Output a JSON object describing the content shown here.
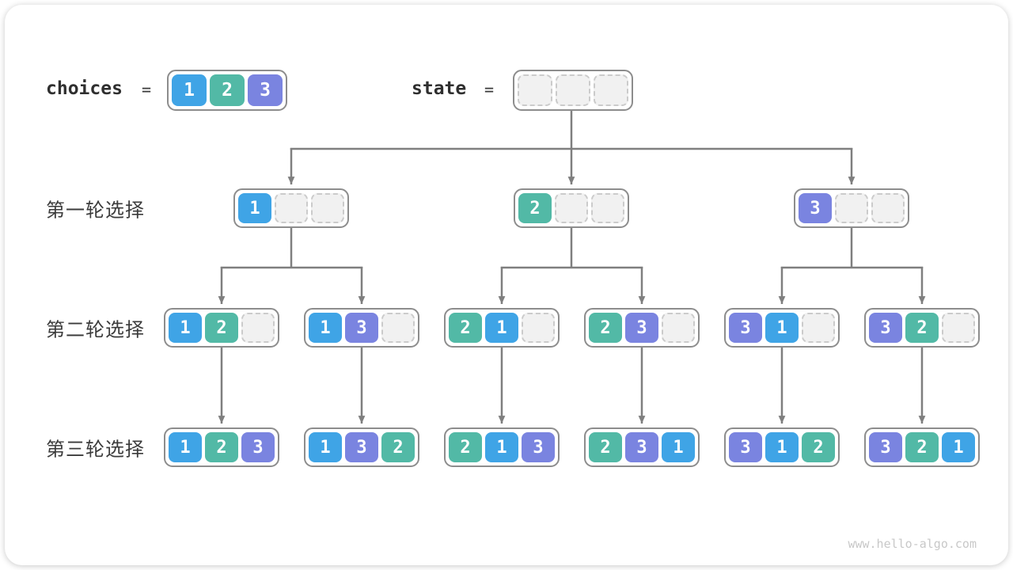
{
  "header": {
    "choices_label": "choices",
    "equals": "=",
    "choices_values": [
      "1",
      "2",
      "3"
    ],
    "state_label": "state",
    "state_values": [
      "",
      "",
      ""
    ]
  },
  "palette": {
    "1": "#3FA4E6",
    "2": "#52B9A6",
    "3": "#7A84E0",
    "empty_fill": "#F1F1F1",
    "empty_border": "#CBCBCB",
    "node_border": "#8D8D8D",
    "line": "#7F7F7F",
    "label_text": "#3B3B3B"
  },
  "rows": [
    {
      "label": "第一轮选择",
      "nodes": [
        [
          "1",
          "",
          ""
        ],
        [
          "2",
          "",
          ""
        ],
        [
          "3",
          "",
          ""
        ]
      ]
    },
    {
      "label": "第二轮选择",
      "nodes": [
        [
          "1",
          "2",
          ""
        ],
        [
          "1",
          "3",
          ""
        ],
        [
          "2",
          "1",
          ""
        ],
        [
          "2",
          "3",
          ""
        ],
        [
          "3",
          "1",
          ""
        ],
        [
          "3",
          "2",
          ""
        ]
      ]
    },
    {
      "label": "第三轮选择",
      "nodes": [
        [
          "1",
          "2",
          "3"
        ],
        [
          "1",
          "3",
          "2"
        ],
        [
          "2",
          "1",
          "3"
        ],
        [
          "2",
          "3",
          "1"
        ],
        [
          "3",
          "1",
          "2"
        ],
        [
          "3",
          "2",
          "1"
        ]
      ]
    }
  ],
  "watermark": "www.hello-algo.com"
}
